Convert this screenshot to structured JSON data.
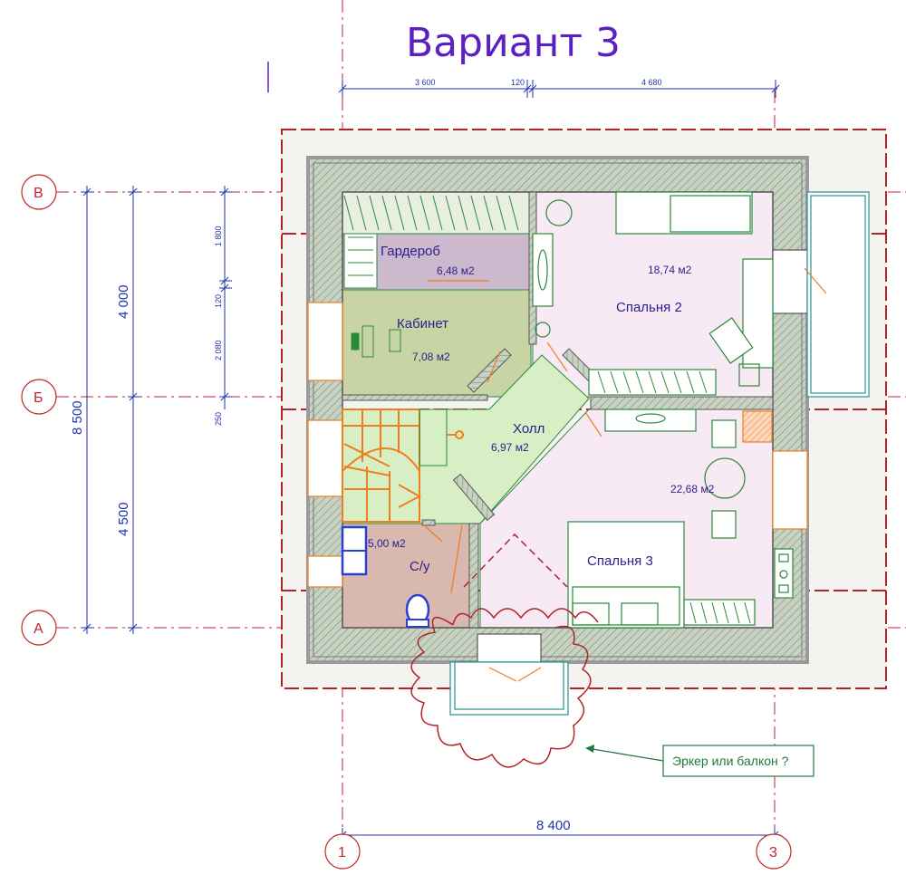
{
  "title": "Вариант 3",
  "axes": {
    "rows": [
      "В",
      "Б",
      "А"
    ],
    "cols": [
      "1",
      "3"
    ]
  },
  "dimensions": {
    "top": [
      "3 600",
      "120",
      "4 680"
    ],
    "left_outer": "8 500",
    "left_middle": [
      "4 000",
      "4 500"
    ],
    "left_inner": [
      "1 800",
      "120",
      "2 080",
      "250"
    ],
    "bottom": "8 400"
  },
  "rooms": [
    {
      "name": "Гардероб",
      "area": "6,48 м2"
    },
    {
      "name": "Кабинет",
      "area": "7,08 м2"
    },
    {
      "name": "Спальня 2",
      "area": "18,74 м2"
    },
    {
      "name": "Холл",
      "area": "6,97 м2"
    },
    {
      "name": "Спальня 3",
      "area": "22,68 м2"
    },
    {
      "name": "С/у",
      "area": "5,00 м2"
    }
  ],
  "callout": "Эркер или балкон ?",
  "colors": {
    "wall": "#b9b9b9",
    "wall_hatch": "#5f9e54",
    "wardrobe_fill": "#cdb9cd",
    "office_fill": "#c9d4a4",
    "bedroom_fill": "#f7eaf4",
    "hall_fill": "#d8efc6",
    "bath_fill": "#d9b8b0",
    "stair": "#f07d1e",
    "axis": "#c0262d",
    "dimension": "#2233aa",
    "furniture": "#2a8a3a",
    "title": "#5b1fc4"
  }
}
